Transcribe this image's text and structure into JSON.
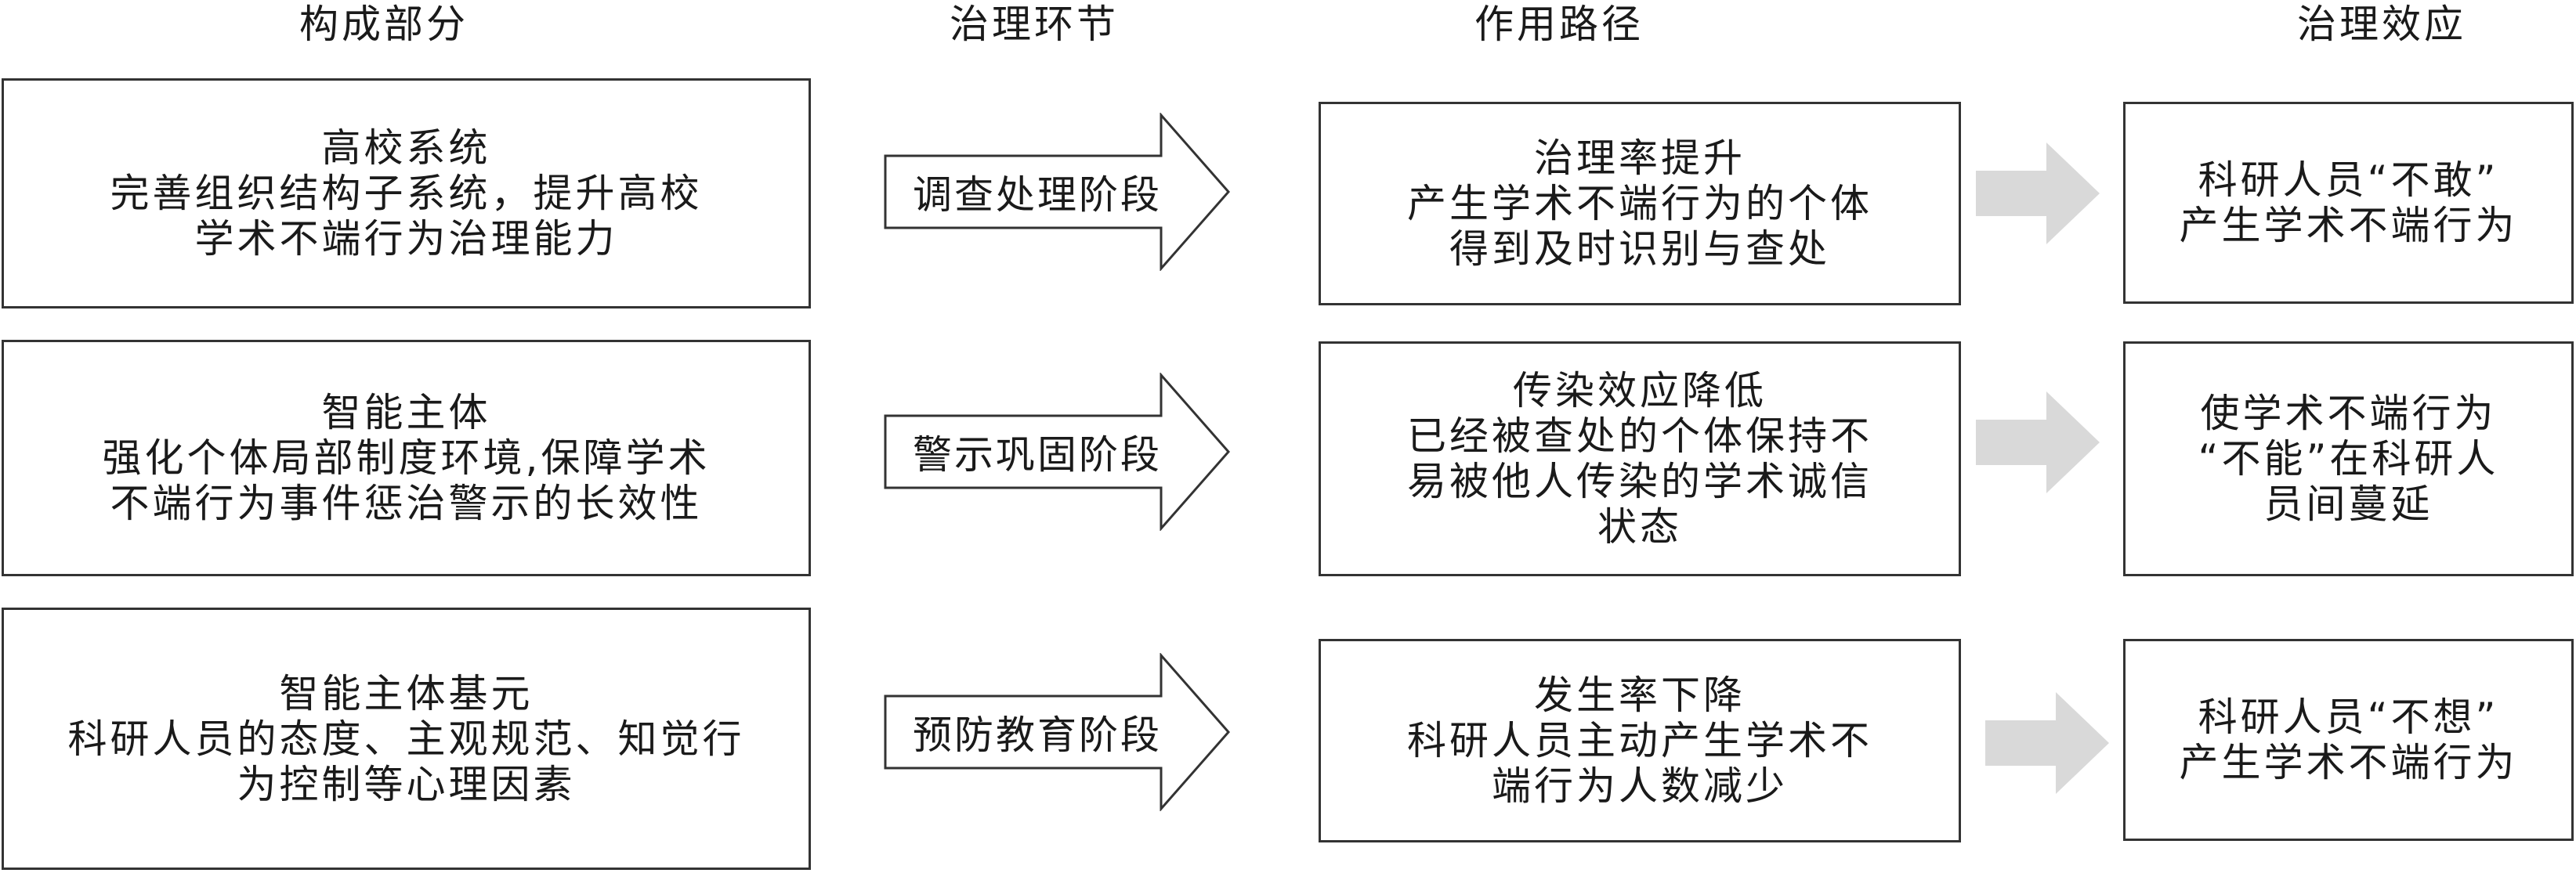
{
  "headers": [
    "构成部分",
    "治理环节",
    "作用路径",
    "治理效应"
  ],
  "rows": [
    {
      "component": [
        "高校系统",
        "完善组织结构子系统，提升高校",
        "学术不端行为治理能力"
      ],
      "stage": "调查处理阶段",
      "path": [
        "治理率提升",
        "产生学术不端行为的个体",
        "得到及时识别与查处"
      ],
      "effect": [
        "科研人员“不敢”",
        "产生学术不端行为"
      ]
    },
    {
      "component": [
        "智能主体",
        "强化个体局部制度环境,保障学术",
        "不端行为事件惩治警示的长效性"
      ],
      "stage": "警示巩固阶段",
      "path": [
        "传染效应降低",
        "已经被查处的个体保持不",
        "易被他人传染的学术诚信",
        "状态"
      ],
      "effect": [
        "使学术不端行为",
        "“不能”在科研人",
        "员间蔓延"
      ]
    },
    {
      "component": [
        "智能主体基元",
        "科研人员的态度、主观规范、知觉行",
        "为控制等心理因素"
      ],
      "stage": "预防教育阶段",
      "path": [
        "发生率下降",
        "科研人员主动产生学术不",
        "端行为人数减少"
      ],
      "effect": [
        "科研人员“不想”",
        "产生学术不端行为"
      ]
    }
  ],
  "colors": {
    "border": "#333333",
    "grey_arrow": "#d9d9d9"
  }
}
